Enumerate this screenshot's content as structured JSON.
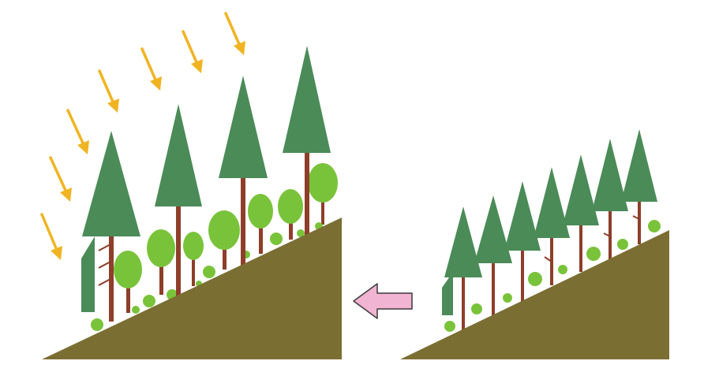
{
  "colors": {
    "background": "#ffffff",
    "ground": "#7b6e33",
    "conifer_foliage": "#4b8b58",
    "trunk": "#8e3e2a",
    "broadleaf": "#79c33a",
    "sunlight_arrow": "#f0b423",
    "transition_arrow_fill": "#f2b4d3",
    "transition_arrow_stroke": "#3a3a3a"
  },
  "scenes": [
    {
      "id": "thinned-forest",
      "icon": "sunlit-slope-forest-illustration",
      "features": [
        "sunlight-arrows",
        "conifers",
        "broadleaf-understory",
        "slope"
      ]
    },
    {
      "id": "dense-forest",
      "icon": "dense-plantation-illustration",
      "features": [
        "conifers",
        "sparse-understory",
        "slope"
      ]
    }
  ],
  "transition_arrow": {
    "icon": "arrow-left-icon",
    "direction": "left"
  }
}
